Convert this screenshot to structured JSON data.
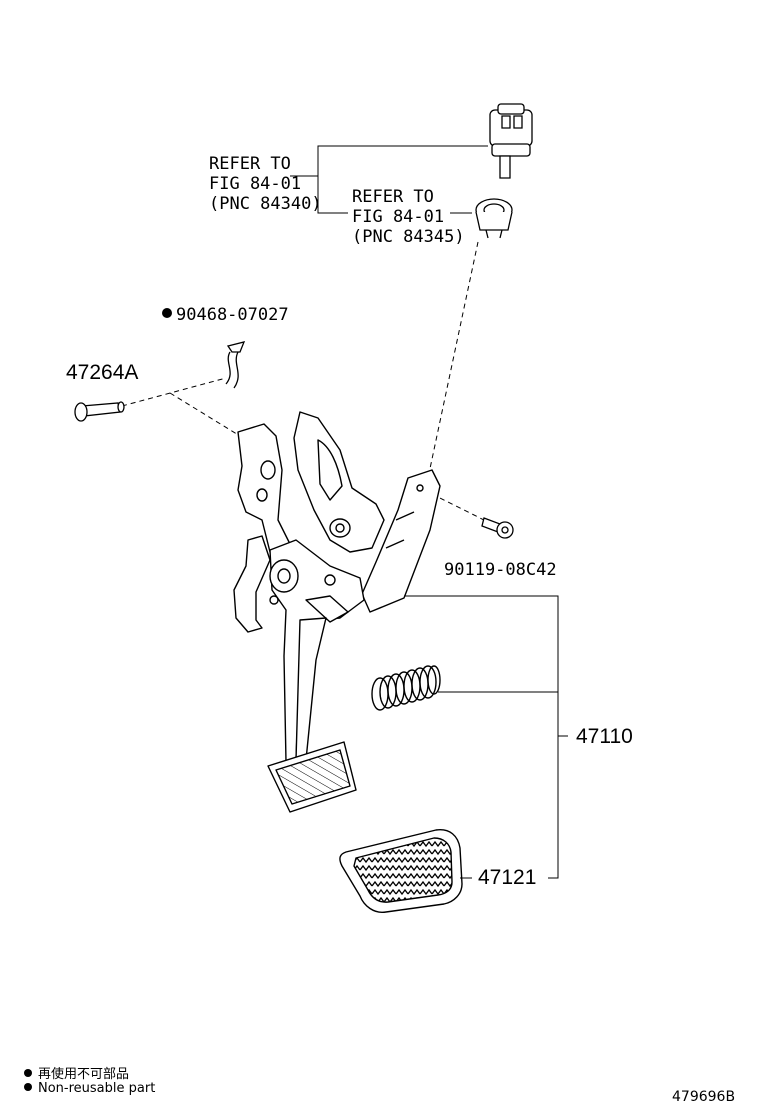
{
  "diagram": {
    "refs": [
      {
        "line1": "REFER TO",
        "line2": "FIG 84-01",
        "line3": "(PNC 84340)"
      },
      {
        "line1": "REFER TO",
        "line2": "FIG 84-01",
        "line3": "(PNC 84345)"
      }
    ],
    "parts": {
      "clip": "90468-07027",
      "pin": "47264A",
      "bolt": "90119-08C42",
      "assembly": "47110",
      "pad": "47121"
    },
    "legend": {
      "japanese": "再使用不可部品",
      "english": "Non-reusable part"
    },
    "figure_code": "479696B"
  }
}
